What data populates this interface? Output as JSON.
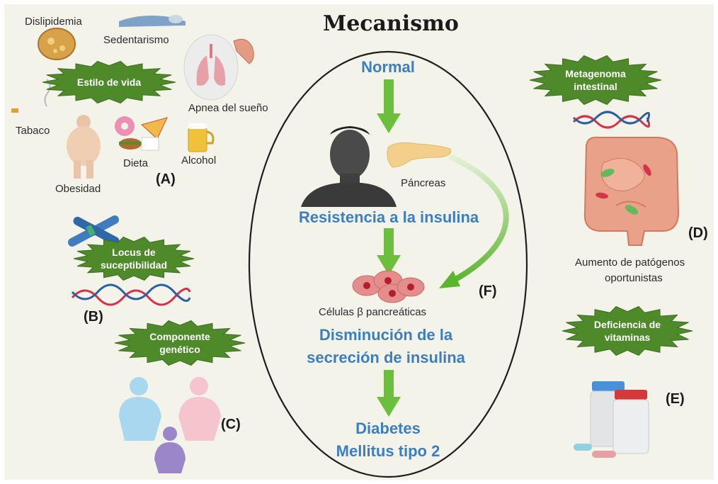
{
  "title": "Mecanismo",
  "center": {
    "normal": "Normal",
    "pancreas": "Páncreas",
    "resistance": "Resistencia a la insulina",
    "beta_cells": "Células β pancreáticas",
    "decrease_line1": "Disminución de la",
    "decrease_line2": "secreción de insulina",
    "diabetes_line1": "Diabetes",
    "diabetes_line2": "Mellitus tipo 2",
    "letter": "(F)"
  },
  "lifestyle": {
    "badge": "Estilo de vida",
    "dyslipidemia": "Dislipidemia",
    "sedentarism": "Sedentarismo",
    "apnea": "Apnea del sueño",
    "tobacco": "Tabaco",
    "obesity": "Obesidad",
    "diet": "Dieta",
    "alcohol": "Alcohol",
    "letter": "(A)"
  },
  "locus": {
    "badge_line1": "Locus de",
    "badge_line2": "suceptibilidad",
    "letter": "(B)"
  },
  "genetic": {
    "badge_line1": "Componente",
    "badge_line2": "genético",
    "letter": "(C)"
  },
  "metagenome": {
    "badge_line1": "Metagenoma",
    "badge_line2": "intestinal",
    "pathogens_line1": "Aumento de patógenos",
    "pathogens_line2": "oportunistas",
    "letter": "(D)"
  },
  "vitamins": {
    "badge_line1": "Deficiencia de",
    "badge_line2": "vitaminas",
    "letter": "(E)"
  },
  "colors": {
    "badge_green": "#4e8a2a",
    "arrow_green": "#6cbf3c",
    "text_blue": "#3b7fc0",
    "background": "#f4f3ea"
  }
}
